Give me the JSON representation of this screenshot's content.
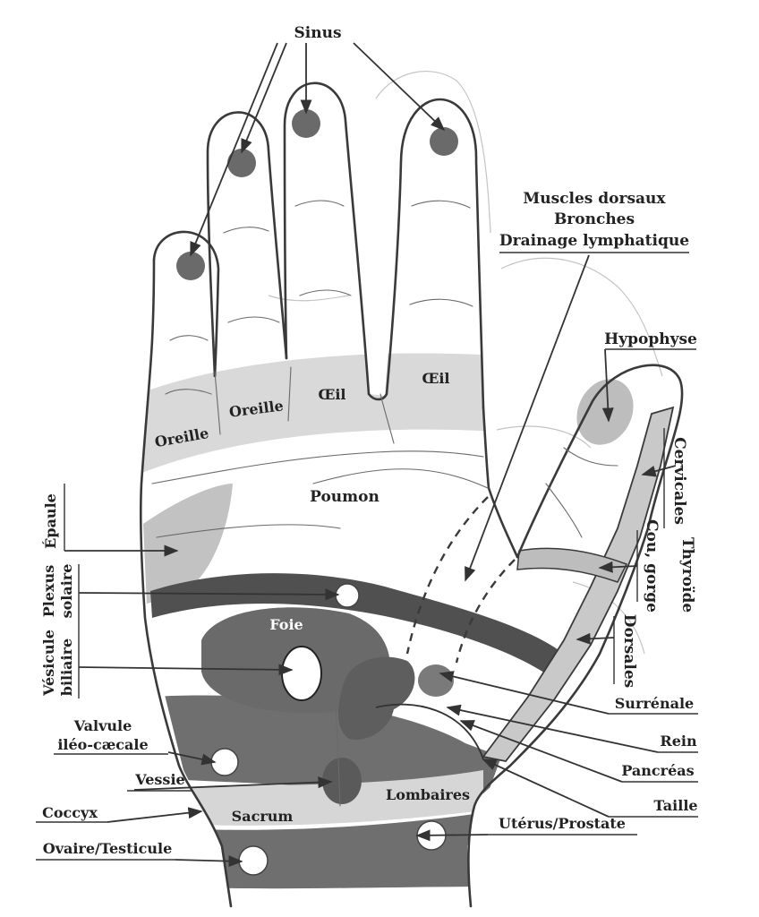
{
  "colors": {
    "outline": "#3a3a3a",
    "zone_light": "#d9d9d9",
    "zone_medium": "#b5b5b5",
    "zone_dark": "#6f6f6f",
    "zone_darker": "#505050",
    "label": "#222222"
  },
  "labels": {
    "sinus": "Sinus",
    "muscles_dorsaux": "Muscles dorsaux",
    "bronches": "Bronches",
    "drainage": "Drainage lymphatique",
    "hypophyse": "Hypophyse",
    "cervicales": "Cervicales",
    "thyroide": "Thyroïde",
    "cou_gorge": "Cou, gorge",
    "dorsales": "Dorsales",
    "oreille_1": "Oreille",
    "oreille_2": "Oreille",
    "oeil_1": "Œil",
    "oeil_2": "Œil",
    "poumon": "Poumon",
    "epaule": "Épaule",
    "plexus": "Plexus",
    "solaire": "solaire",
    "vesicule": "Vésicule",
    "biliaire": "biliaire",
    "foie": "Foie",
    "valvule": "Valvule",
    "ileo": "iléo-cæcale",
    "vessie": "Vessie",
    "coccyx": "Coccyx",
    "ovaire": "Ovaire/Testicule",
    "sacrum": "Sacrum",
    "lombaires": "Lombaires",
    "uterus": "Utérus/Prostate",
    "surrenale": "Surrénale",
    "rein": "Rein",
    "pancreas": "Pancréas",
    "taille": "Taille"
  }
}
